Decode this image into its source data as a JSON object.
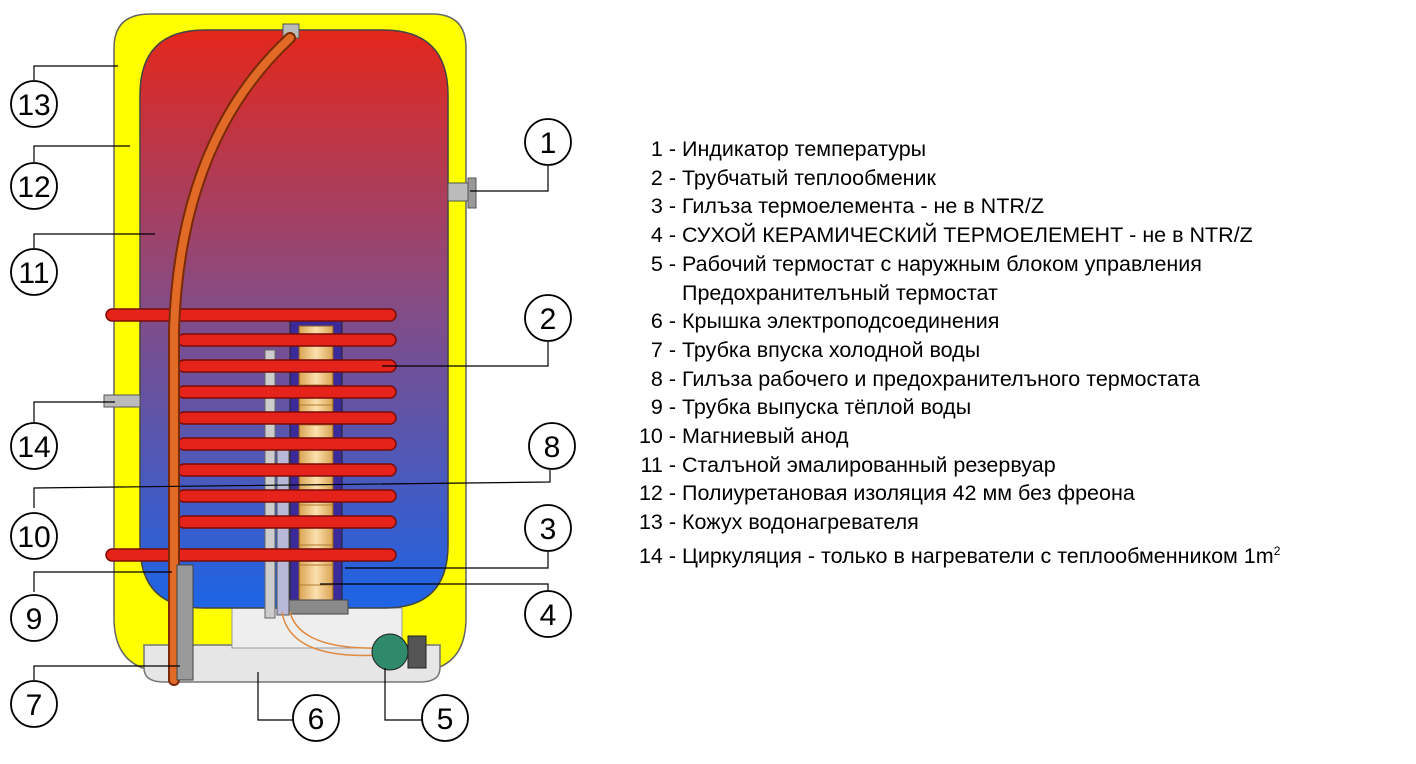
{
  "callouts": [
    {
      "number": "13"
    },
    {
      "number": "12"
    },
    {
      "number": "11"
    },
    {
      "number": "14"
    },
    {
      "number": "10"
    },
    {
      "number": "9"
    },
    {
      "number": "7"
    },
    {
      "number": "1"
    },
    {
      "number": "2"
    },
    {
      "number": "8"
    },
    {
      "number": "3"
    },
    {
      "number": "4"
    },
    {
      "number": "6"
    },
    {
      "number": "5"
    }
  ],
  "legend": [
    {
      "num": "1 -",
      "text": "Индикатор температуры"
    },
    {
      "num": "2 -",
      "text": "Трубчатый теплообменик"
    },
    {
      "num": "3 -",
      "text": "Гилъза термоелемента - не в NTR/Z"
    },
    {
      "num": "4 -",
      "text": "СУХОЙ КЕРАМИЧЕСКИЙ ТЕРМОЕЛЕМЕНТ - не в NTR/Z"
    },
    {
      "num": "5 -",
      "text": "Рабочий термостат с наружным блоком управления"
    },
    {
      "num": "",
      "text": "Предохранителъный термостат"
    },
    {
      "num": "6 -",
      "text": "Крышка электроподсоединения"
    },
    {
      "num": "7 -",
      "text": "Трубка впуска холодной воды"
    },
    {
      "num": "8 -",
      "text": "Гилъза рабочего и предохранителъного термостата"
    },
    {
      "num": "9 -",
      "text": "Трубка выпуска тёплой воды"
    },
    {
      "num": "10 -",
      "text": "Магниевый анод"
    },
    {
      "num": "11 -",
      "text": "Сталъной эмалированный резервуар"
    },
    {
      "num": "12 -",
      "text": "Полиуретановая изоляция 42 мм без фреона"
    },
    {
      "num": "13 -",
      "text": "Кожух водонагревателя"
    },
    {
      "num": "14 -",
      "text": "Циркуляция - только в нагреватели с теплообменником 1m",
      "sup": "2"
    }
  ],
  "colors": {
    "jacket": "#ffff00",
    "tank_top": "#e4271b",
    "tank_bottom": "#1d64e6",
    "coil": "#e5231b",
    "element": "#f5c27a",
    "base": "#e6e6e6"
  }
}
